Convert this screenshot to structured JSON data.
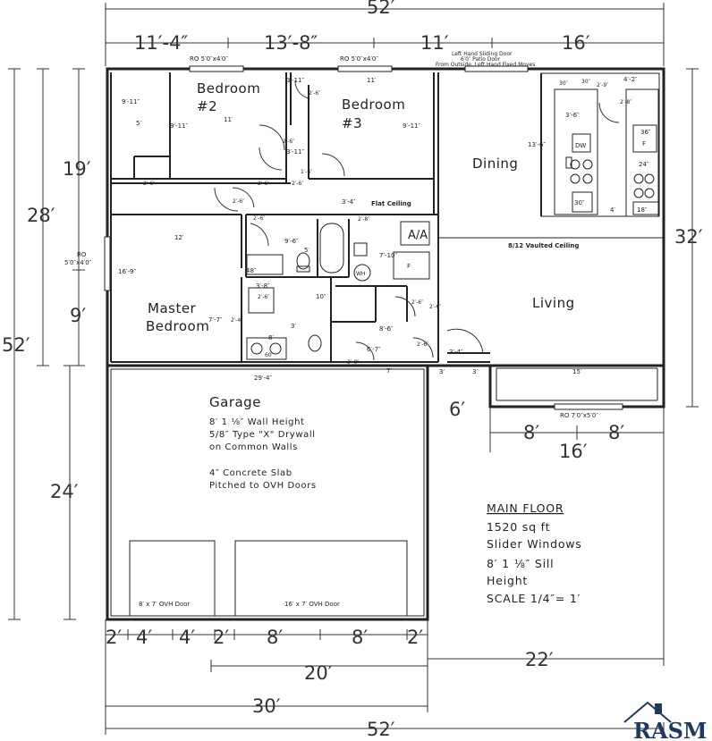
{
  "dimensions": {
    "top_total": "52′",
    "top_segments": [
      "11′-4″",
      "13′-8″",
      "11′",
      "16′"
    ],
    "left_19": "19′",
    "left_28": "28′",
    "left_9": "9′",
    "left_52": "52′",
    "left_24": "24′",
    "right_32": "32′",
    "porch_6": "6′",
    "porch_8a": "8′",
    "porch_8b": "8′",
    "porch_16": "16′",
    "bottom_segments": [
      "2′",
      "4′",
      "4′",
      "2′",
      "8′",
      "8′",
      "2′"
    ],
    "bottom_20": "20′",
    "bottom_22": "22′",
    "bottom_30": "30′",
    "bottom_total": "52′"
  },
  "windows": {
    "bed2": "RO 5′0″x4′0″",
    "bed3": "RO 5′0″x4′0″",
    "patio_1": "Left Hand Sliding Door",
    "patio_2": "6′0″ Patio Door",
    "patio_3": "From Outside, Left Hand Fixed Moves",
    "master_1": "RO",
    "master_2": "5′0″x4′0″",
    "living": "RO 7′0″x5′0″"
  },
  "rooms": {
    "bed2_1": "Bedroom",
    "bed2_2": "#2",
    "bed3_1": "Bedroom",
    "bed3_2": "#3",
    "dining": "Dining",
    "living": "Living",
    "master_1": "Master",
    "master_2": "Bedroom",
    "garage": "Garage"
  },
  "labels": {
    "d_9_11a": "9′-11″",
    "d_5a": "5′",
    "d_9_11b": "9′-11″",
    "d_11a": "11′",
    "d_3_11a": "3′-11″",
    "d_11b": "11′",
    "d_9_11c": "9′-11″",
    "d_2_6a": "2′-6″",
    "d_2_6b": "2′-6″",
    "d_2_6c": "2′-6″",
    "d_3_11b": "3′-11″",
    "d_1_6": "1′-6″",
    "d_3_4": "3′-4″",
    "flat": "Flat Ceiling",
    "d_12": "12′",
    "d_9_6": "9′-6″",
    "d_5": "5′",
    "d_48": "48″",
    "aa": "A/A",
    "f_box": "F",
    "wh": "WH",
    "d_7_10": "7′-10″",
    "d_16_9": "16′-9″",
    "d_7_7": "7′-7″",
    "d_3_8": "3′-8″",
    "d_10": "10″",
    "d_3": "3′",
    "d_8": "8′",
    "d_60": "60″",
    "d_2_4": "2′-4″",
    "d_2_6d": "2′-6″",
    "d_2_6e": "2′-6″",
    "d_8_6": "8′-6″",
    "d_6_7": "6′-7″",
    "d_2_6f": "2′-6″",
    "d_3_4b": "3′-4″",
    "d_3_0": "3′-0″",
    "d_7": "7′",
    "d_3c": "3′",
    "d_3d": "3′",
    "d_15": "15′",
    "d_29_4": "29′-4″",
    "vaulted": "8/12 Vaulted Ceiling",
    "d_13_6": "13′-6″",
    "d_3_6": "3′-6″",
    "d_30a": "30″",
    "d_30b": "30″",
    "d_2_9": "2′-9″",
    "d_4_2": "4′-2″",
    "d_2_8": "2′-8″",
    "dw": "DW",
    "f_fridge": "F",
    "d_36": "36″",
    "d_24": "24″",
    "d_30c": "30″",
    "d_4": "4′",
    "d_18": "18″",
    "d_2_6g": "2′-6″",
    "d_2_6h": "2′-6″",
    "d_2_6i": "2′-6″",
    "d_2_6j": "2′-6″",
    "d_2_6k": "2′-6″",
    "d_2_8b": "2′-8″"
  },
  "garage_notes": [
    "8′ 1 ⅛″ Wall Height",
    "5/8″ Type \"X\" Drywall",
    "on Common Walls",
    "4″ Concrete Slab",
    "Pitched to OVH Doors"
  ],
  "garage_doors": {
    "left": "8′ x 7′ OVH Door",
    "right": "16′ x 7′ OVH Door"
  },
  "main_floor": {
    "title": "MAIN FLOOR",
    "area": "1520 sq ft",
    "windows": "Slider Windows",
    "sill_1": "8′ 1 ⅛″ Sill",
    "sill_2": "Height",
    "scale": "SCALE 1/4″= 1′"
  },
  "logo": {
    "text": "RASM"
  }
}
